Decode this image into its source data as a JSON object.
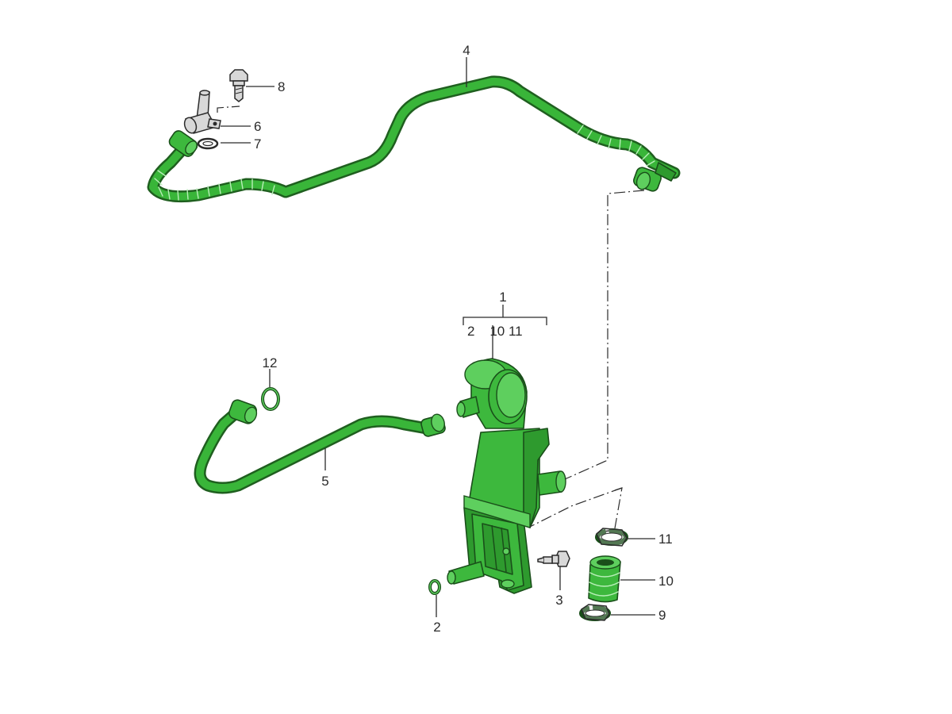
{
  "diagram": {
    "labels": {
      "l1": "1",
      "l1_sub": "2    10 11",
      "l2": "2",
      "l3": "3",
      "l4": "4",
      "l5": "5",
      "l6": "6",
      "l7": "7",
      "l8": "8",
      "l9": "9",
      "l10": "10",
      "l11": "11",
      "l12": "12"
    },
    "colors": {
      "part_fill": "#3db83d",
      "part_outline": "#1a4f1a",
      "leader": "#2b2b2b"
    }
  }
}
